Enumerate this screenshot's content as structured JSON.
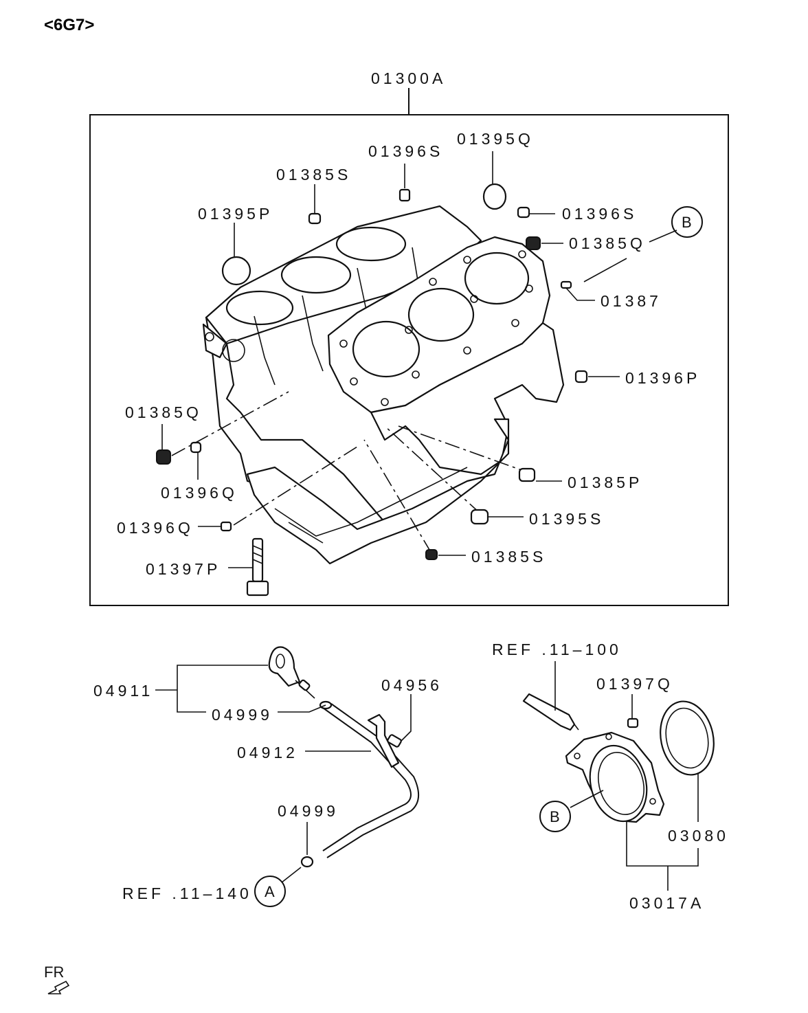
{
  "header": "<6G7>",
  "group_label": "01300A",
  "labels": {
    "l_01395Q": "01395Q",
    "l_01396S_top": "01396S",
    "l_01385S_top": "01385S",
    "l_01395P": "01395P",
    "l_01396S_right": "01396S",
    "l_01385Q_right": "01385Q",
    "l_01387": "01387",
    "l_01396P": "01396P",
    "l_01385Q_left": "01385Q",
    "l_01396Q_mid": "01396Q",
    "l_01385P": "01385P",
    "l_01396Q_left": "01396Q",
    "l_01395S": "01395S",
    "l_01385S_bottom": "01385S",
    "l_01397P": "01397P",
    "l_REF_11_100": "REF .11–100",
    "l_01397Q": "01397Q",
    "l_04956": "04956",
    "l_04911": "04911",
    "l_04999_top": "04999",
    "l_04912": "04912",
    "l_04999_bottom": "04999",
    "l_REF_11_140": "REF .11–140",
    "l_03080": "03080",
    "l_03017A": "03017A"
  },
  "callouts": {
    "b_top": "B",
    "b_bottom": "B",
    "a_bottom": "A"
  },
  "orientation": "FR",
  "icons": [
    "fr-arrow-icon"
  ]
}
